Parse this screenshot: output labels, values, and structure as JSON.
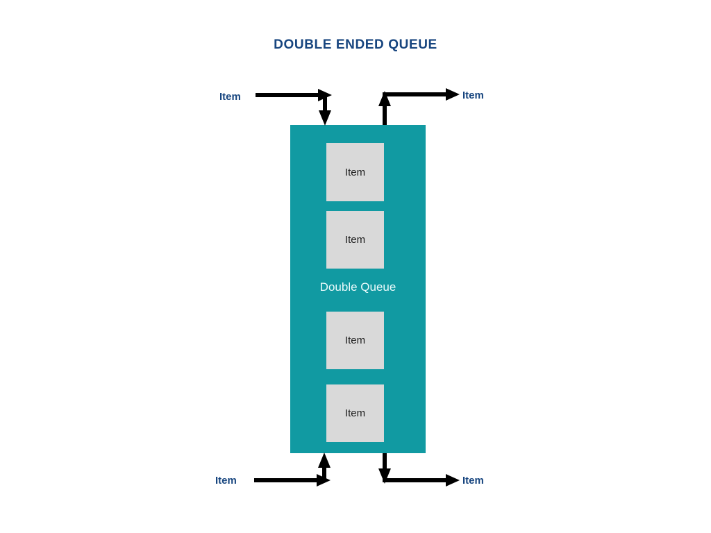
{
  "diagram": {
    "title": "DOUBLE ENDED QUEUE",
    "container_label": "Double Queue",
    "type": "deque-structure-diagram",
    "colors": {
      "title": "#17457f",
      "queue_fill": "#119aa2",
      "cell_fill": "#d9d9d9",
      "cell_text": "#1c1c1c",
      "container_label_text": "#eafafb",
      "endpoint_label": "#17457f",
      "arrow": "#000000",
      "background": "#ffffff"
    },
    "cells": [
      {
        "label": "Item"
      },
      {
        "label": "Item"
      },
      {
        "label": "Item"
      },
      {
        "label": "Item"
      }
    ],
    "endpoints": [
      {
        "id": "top-left-insert",
        "label": "Item",
        "direction": "in",
        "side": "front",
        "position": "top-left"
      },
      {
        "id": "top-right-remove",
        "label": "Item",
        "direction": "out",
        "side": "front",
        "position": "top-right"
      },
      {
        "id": "bottom-left-insert",
        "label": "Item",
        "direction": "in",
        "side": "rear",
        "position": "bottom-left"
      },
      {
        "id": "bottom-right-remove",
        "label": "Item",
        "direction": "out",
        "side": "rear",
        "position": "bottom-right"
      }
    ],
    "arrows": [
      {
        "id": "arrow-top-left-in",
        "name": "insert-front-arrow"
      },
      {
        "id": "arrow-top-right-out",
        "name": "remove-front-arrow"
      },
      {
        "id": "arrow-bottom-left-in",
        "name": "insert-rear-arrow"
      },
      {
        "id": "arrow-bottom-right-out",
        "name": "remove-rear-arrow"
      }
    ]
  }
}
